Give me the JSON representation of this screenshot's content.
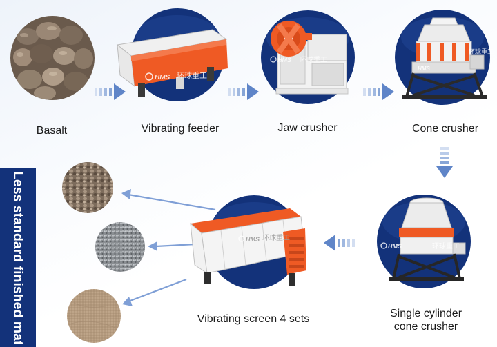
{
  "stages": {
    "basalt": "Basalt",
    "vibrating_feeder": "Vibrating feeder",
    "jaw_crusher": "Jaw crusher",
    "cone_crusher": "Cone crusher",
    "single_cylinder_line1": "Single cylinder",
    "single_cylinder_line2": "cone crusher",
    "vibrating_screen": "Vibrating screen 4 sets"
  },
  "side_label": "Less standard finished material",
  "brand": {
    "logo": "HMS",
    "name_cn": "环球重工"
  },
  "colors": {
    "accent_orange": "#ef5a24",
    "circle_navy": "#13327a",
    "flow_arrow": "#5f85c8",
    "side_bar": "#13327a"
  }
}
